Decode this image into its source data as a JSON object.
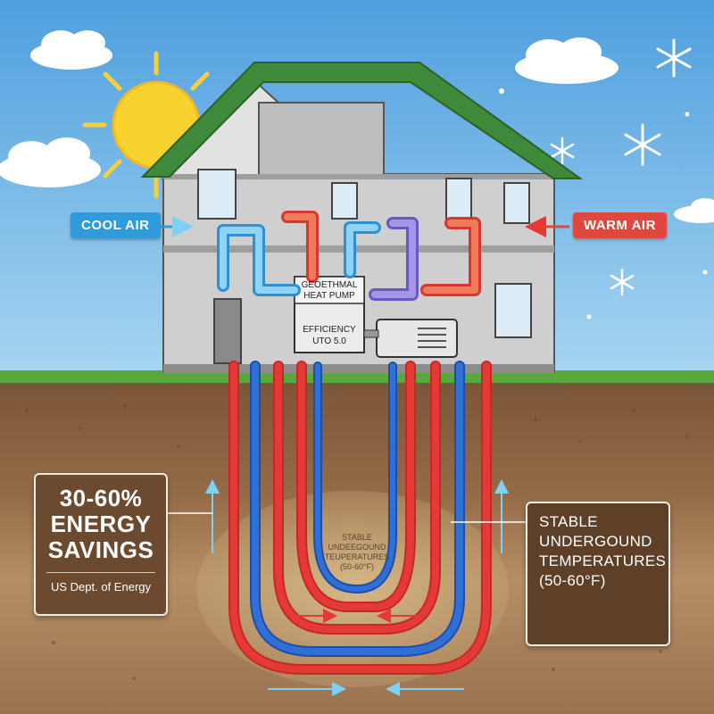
{
  "labels": {
    "cool_air": "COOL AIR",
    "warm_air": "WARM AIR",
    "heat_pump_line1": "GEOETHMAL",
    "heat_pump_line2": "HEAT PUMP",
    "efficiency_line1": "EFFICIENCY",
    "efficiency_line2": "UTO 5.0",
    "savings_line1": "30-60%",
    "savings_line2": "ENERGY",
    "savings_line3": "SAVINGS",
    "savings_source": "US Dept. of Energy",
    "temps_line1": "STABLE",
    "temps_line2": "UNDERGOUND",
    "temps_line3": "TEMPERATURES",
    "temps_line4": "(50-60°F)",
    "inner_line1": "STABLE",
    "inner_line2": "UNDEEGOUND",
    "inner_line3": "TEUPERATURES",
    "inner_line4": "(50-60°F)"
  },
  "colors": {
    "sky": "#6fb4e6",
    "roof": "#3f8a3a",
    "wall": "#d9d9d9",
    "grass": "#5aa83c",
    "soil_top": "#8a6443",
    "soil_bottom": "#b08a5f",
    "hot_pipe": "#e53935",
    "cold_pipe": "#2f6fd6",
    "sun": "#f8d22e",
    "cool_tag": "#2e9bdc",
    "warm_tag": "#e0473e"
  },
  "icons": [
    "sun-icon",
    "snowflake-icon",
    "cloud-icon",
    "arrow-icon",
    "vent-grille-icon"
  ]
}
